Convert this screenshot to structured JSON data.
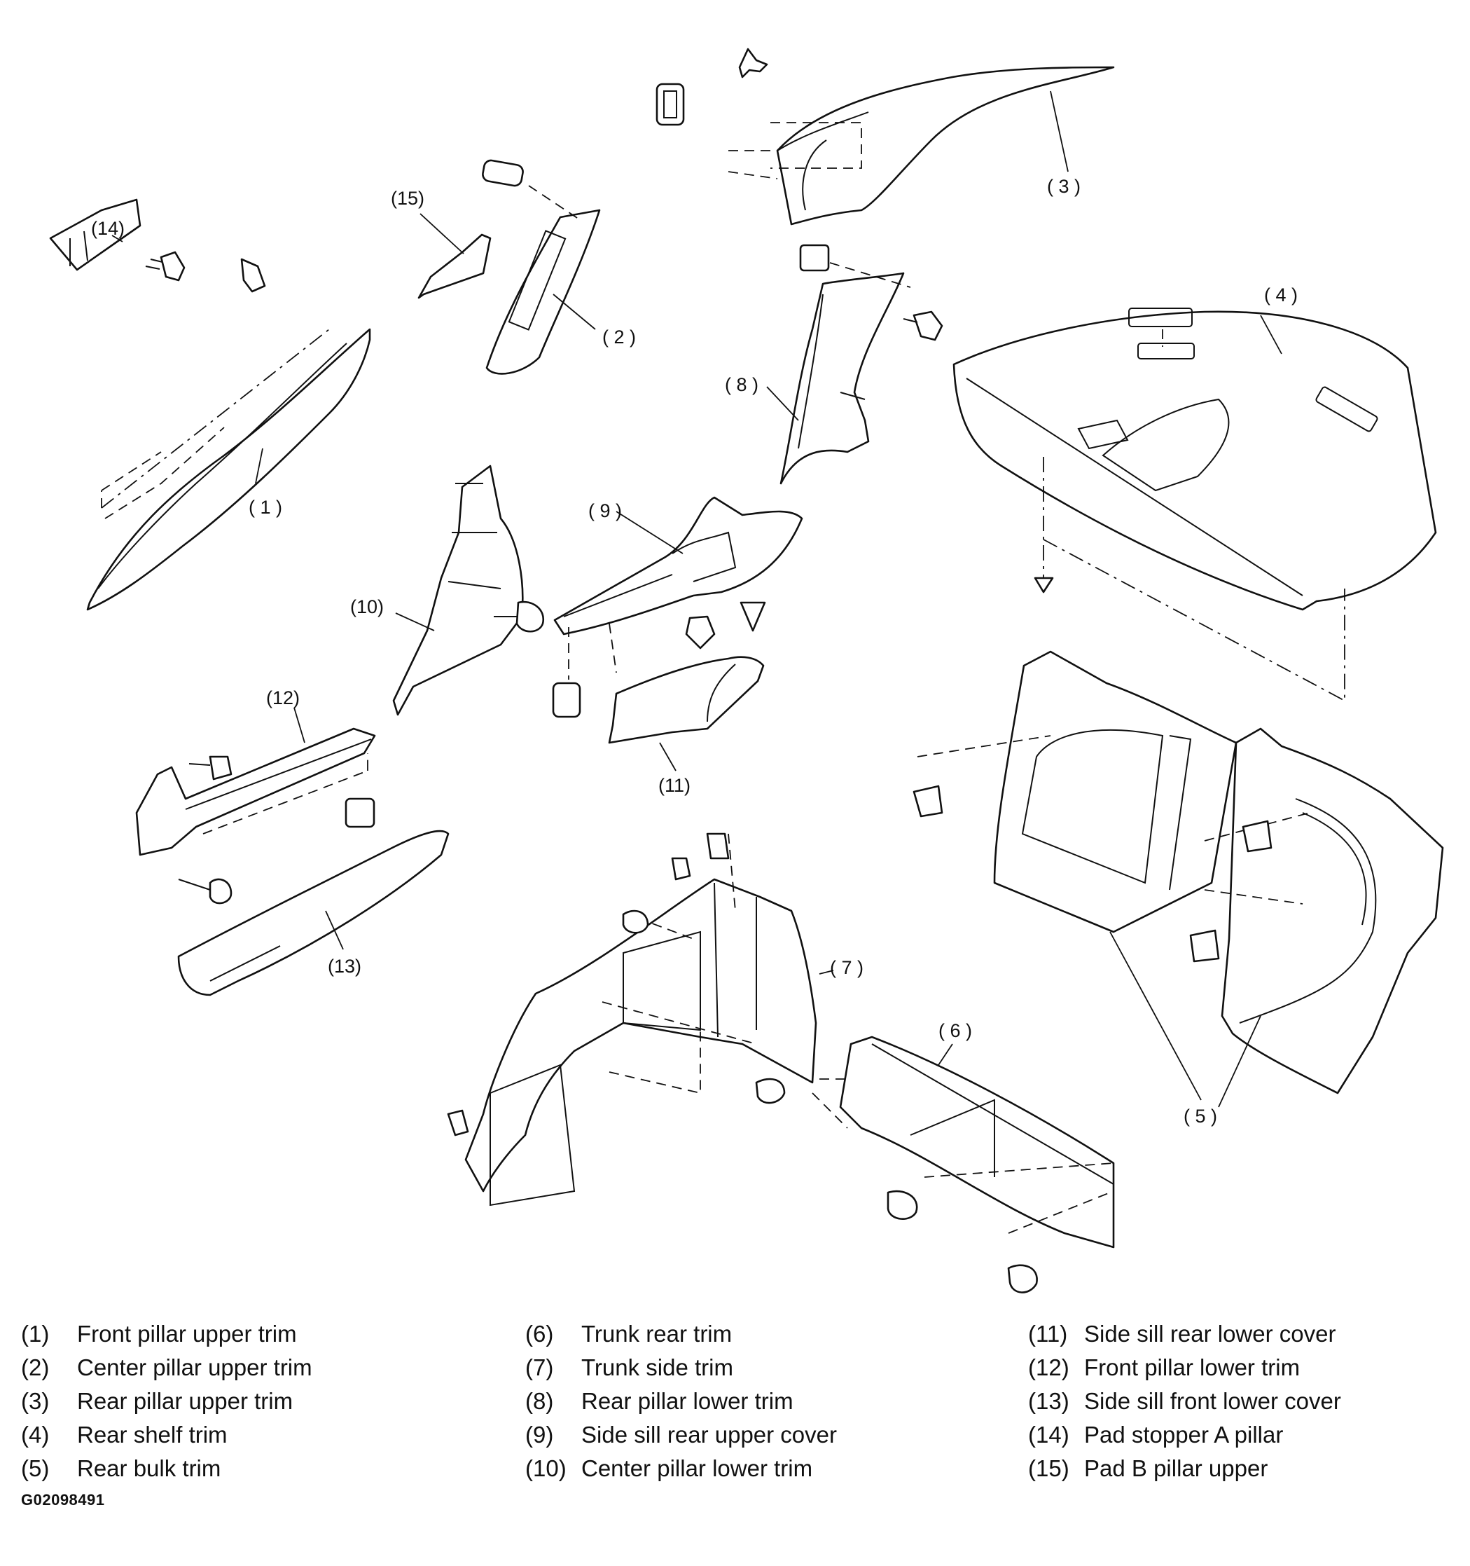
{
  "callouts": {
    "c1": "( 1 )",
    "c2": "( 2 )",
    "c3": "( 3 )",
    "c4": "( 4 )",
    "c5": "( 5 )",
    "c6": "( 6 )",
    "c7": "( 7 )",
    "c8": "( 8 )",
    "c9": "( 9 )",
    "c10": "(10)",
    "c11": "(11)",
    "c12": "(12)",
    "c13": "(13)",
    "c14": "(14)",
    "c15": "(15)"
  },
  "legend": {
    "col1": [
      {
        "num": "(1)",
        "label": "Front pillar upper trim"
      },
      {
        "num": "(2)",
        "label": "Center pillar upper trim"
      },
      {
        "num": "(3)",
        "label": "Rear pillar upper trim"
      },
      {
        "num": "(4)",
        "label": "Rear shelf trim"
      },
      {
        "num": "(5)",
        "label": "Rear bulk trim"
      }
    ],
    "col2": [
      {
        "num": "(6)",
        "label": "Trunk rear trim"
      },
      {
        "num": "(7)",
        "label": "Trunk side trim"
      },
      {
        "num": "(8)",
        "label": "Rear pillar lower trim"
      },
      {
        "num": "(9)",
        "label": "Side sill rear upper cover"
      },
      {
        "num": "(10)",
        "label": "Center pillar lower trim"
      }
    ],
    "col3": [
      {
        "num": "(11)",
        "label": "Side sill rear lower cover"
      },
      {
        "num": "(12)",
        "label": "Front pillar lower trim"
      },
      {
        "num": "(13)",
        "label": "Side sill front lower cover"
      },
      {
        "num": "(14)",
        "label": "Pad stopper A pillar"
      },
      {
        "num": "(15)",
        "label": "Pad B pillar upper"
      }
    ]
  },
  "figure_code": "G02098491"
}
